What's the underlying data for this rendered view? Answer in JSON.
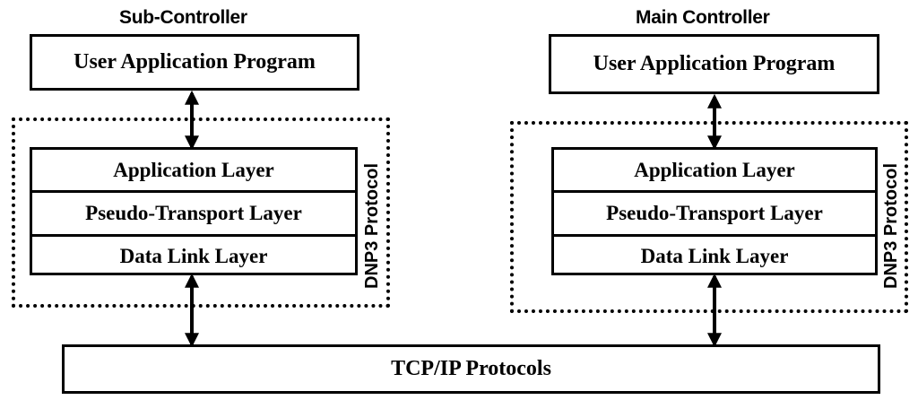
{
  "sub_controller": {
    "title": "Sub-Controller",
    "app_program": "User Application Program",
    "layers": [
      "Application Layer",
      "Pseudo-Transport Layer",
      "Data Link Layer"
    ],
    "protocol_label": "DNP3 Protocol"
  },
  "main_controller": {
    "title": "Main Controller",
    "app_program": "User Application Program",
    "layers": [
      "Application Layer",
      "Pseudo-Transport Layer",
      "Data Link Layer"
    ],
    "protocol_label": "DNP3 Protocol"
  },
  "bottom": {
    "label": "TCP/IP Protocols"
  }
}
